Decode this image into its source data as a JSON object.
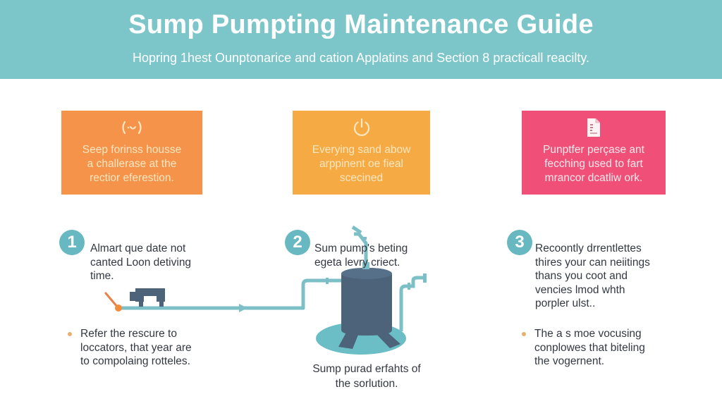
{
  "header": {
    "title": "Sump  Pumpting Maintenance Guide",
    "subtitle": "Hopring 1hest Ounptonarice and cation Applatins and Section 8 practicall reacilty.",
    "background_color": "#7cc6ca"
  },
  "cards": [
    {
      "icon": "face-icon",
      "icon_glyph": "(·ᵕ)",
      "lines": [
        "Seep forinss housse",
        "a challerase at the",
        "rectior eferestion."
      ],
      "color": "#f5934a"
    },
    {
      "icon": "power-icon",
      "lines": [
        "Everying sand abow",
        "arppinent oe fieal",
        "scecined"
      ],
      "color": "#f6aa43"
    },
    {
      "icon": "document-icon",
      "lines": [
        "Punptfer perçase ant",
        "fecching used to fart",
        "mrancor dcatliw ork."
      ],
      "color": "#f04f78"
    }
  ],
  "steps": [
    {
      "number": "1",
      "lines": [
        "Almart que date not",
        "canted Loon detiving",
        "time."
      ],
      "bullet_lines": [
        "Refer the rescure to",
        "loccators, that year are",
        "to compolaing rotteles."
      ]
    },
    {
      "number": "2",
      "lines": [
        "Sum pump's beting",
        "egeta levry criect."
      ],
      "caption_lines": [
        "Sump purad erfahts of",
        "the sorlution."
      ]
    },
    {
      "number": "3",
      "lines": [
        "Recoontly drrentlettes",
        "thires your can neiitings",
        "thans you coot and",
        "vencies lmod whth",
        "porpler ulst.."
      ],
      "bullet_lines": [
        "The a s moe vocusing",
        "conplowes that biteling",
        "the vogernent."
      ]
    }
  ],
  "colors": {
    "pipe": "#7dbfc7",
    "tank": "#4d6379",
    "base": "#6bbdc6",
    "valve": "#f28c3c",
    "badge": "#68b8c1",
    "bullet": "#e7b070"
  }
}
